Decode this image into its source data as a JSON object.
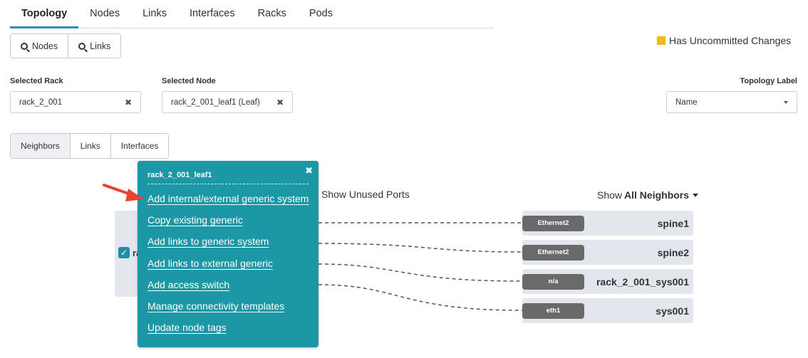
{
  "tabs": [
    {
      "label": "Topology",
      "active": true
    },
    {
      "label": "Nodes"
    },
    {
      "label": "Links"
    },
    {
      "label": "Interfaces"
    },
    {
      "label": "Racks"
    },
    {
      "label": "Pods"
    }
  ],
  "search_buttons": {
    "nodes": "Nodes",
    "links": "Links"
  },
  "uncommitted": {
    "label": "Has Uncommitted Changes",
    "color": "#f5b916"
  },
  "fields": {
    "rack": {
      "label": "Selected Rack",
      "value": "rack_2_001"
    },
    "node": {
      "label": "Selected Node",
      "value": "rack_2_001_leaf1 (Leaf)"
    },
    "topology_label": {
      "label": "Topology Label",
      "value": "Name"
    }
  },
  "subtabs": [
    {
      "label": "Neighbors",
      "active": true
    },
    {
      "label": "Links"
    },
    {
      "label": "Interfaces"
    }
  ],
  "left_node": {
    "label_visible": "ra",
    "checked": true
  },
  "show_unused_ports": "Show Unused Ports",
  "show_neighbors": {
    "prefix": "Show",
    "value": "All Neighbors"
  },
  "neighbors": [
    {
      "port": "Ethernet2",
      "name": "spine1"
    },
    {
      "port": "Ethernet2",
      "name": "spine2"
    },
    {
      "port": "n/a",
      "name": "rack_2_001_sys001"
    },
    {
      "port": "eth1",
      "name": "sys001"
    }
  ],
  "popover": {
    "title": "rack_2_001_leaf1",
    "close": "✖",
    "items": [
      "Add internal/external generic system",
      "Copy existing generic",
      "Add links to generic system",
      "Add links to external generic",
      "Add access switch",
      "Manage connectivity templates",
      "Update node tags"
    ],
    "color": "#1c97a5"
  },
  "accent": "#2b8fb3",
  "arrow_color": "#e8432e"
}
